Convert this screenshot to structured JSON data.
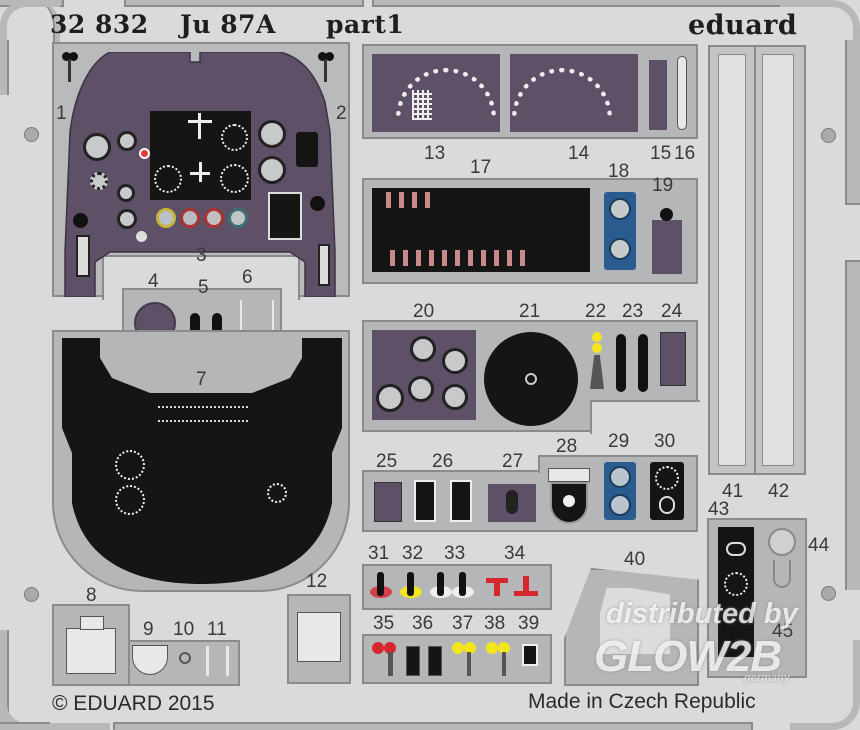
{
  "header": {
    "set_code": "32 832",
    "aircraft": "Ju 87A",
    "part": "part1",
    "brand": "eduard"
  },
  "footer": {
    "copyright": "© EDUARD 2015",
    "origin": "Made in Czech Republic"
  },
  "watermark": {
    "line1": "distributed by",
    "line2": "GLOW2B",
    "line3": "germany"
  },
  "colors": {
    "fret_background": "#d9dadb",
    "metal_frame": "#b5b6b7",
    "panel_purple": "#5e5066",
    "panel_black": "#151515",
    "accent_red": "#d8262e",
    "accent_yellow": "#f2e51c",
    "accent_blue": "#2b5c8f"
  },
  "parts": [
    {
      "n": "1",
      "desc": "lever"
    },
    {
      "n": "2",
      "desc": "lever"
    },
    {
      "n": "3",
      "desc": "main instrument panel"
    },
    {
      "n": "4",
      "desc": "round knob"
    },
    {
      "n": "5",
      "desc": "twin levers"
    },
    {
      "n": "6",
      "desc": "linkage"
    },
    {
      "n": "7",
      "desc": "lower instrument panel"
    },
    {
      "n": "8",
      "desc": "box"
    },
    {
      "n": "9",
      "desc": "bracket"
    },
    {
      "n": "10",
      "desc": "ring"
    },
    {
      "n": "11",
      "desc": "hooks"
    },
    {
      "n": "12",
      "desc": "frame"
    },
    {
      "n": "13",
      "desc": "side panel left"
    },
    {
      "n": "14",
      "desc": "side panel right"
    },
    {
      "n": "15",
      "desc": "strip"
    },
    {
      "n": "16",
      "desc": "lever"
    },
    {
      "n": "17",
      "desc": "switch panel"
    },
    {
      "n": "18",
      "desc": "twin gauge panel blue"
    },
    {
      "n": "19",
      "desc": "small panel"
    },
    {
      "n": "20",
      "desc": "gauge cluster"
    },
    {
      "n": "21",
      "desc": "compass disc"
    },
    {
      "n": "22",
      "desc": "yellow knob lever"
    },
    {
      "n": "23",
      "desc": "levers"
    },
    {
      "n": "24",
      "desc": "small box"
    },
    {
      "n": "25",
      "desc": "bracket"
    },
    {
      "n": "26",
      "desc": "placards"
    },
    {
      "n": "27",
      "desc": "plate"
    },
    {
      "n": "28",
      "desc": "instrument housing"
    },
    {
      "n": "29",
      "desc": "twin gauge blue"
    },
    {
      "n": "30",
      "desc": "black gauge"
    },
    {
      "n": "31",
      "desc": "red switch"
    },
    {
      "n": "32",
      "desc": "yellow switch"
    },
    {
      "n": "33",
      "desc": "white switches"
    },
    {
      "n": "34",
      "desc": "red T handles"
    },
    {
      "n": "35",
      "desc": "red knobs"
    },
    {
      "n": "36",
      "desc": "placards"
    },
    {
      "n": "37",
      "desc": "yellow knobs"
    },
    {
      "n": "38",
      "desc": "yellow knobs"
    },
    {
      "n": "39",
      "desc": "placard"
    },
    {
      "n": "40",
      "desc": "frame"
    },
    {
      "n": "41",
      "desc": "seat belt strip"
    },
    {
      "n": "42",
      "desc": "seat belt strip"
    },
    {
      "n": "43",
      "desc": "black panel"
    },
    {
      "n": "44",
      "desc": "gunsight ring"
    },
    {
      "n": "45",
      "desc": "strip"
    }
  ]
}
